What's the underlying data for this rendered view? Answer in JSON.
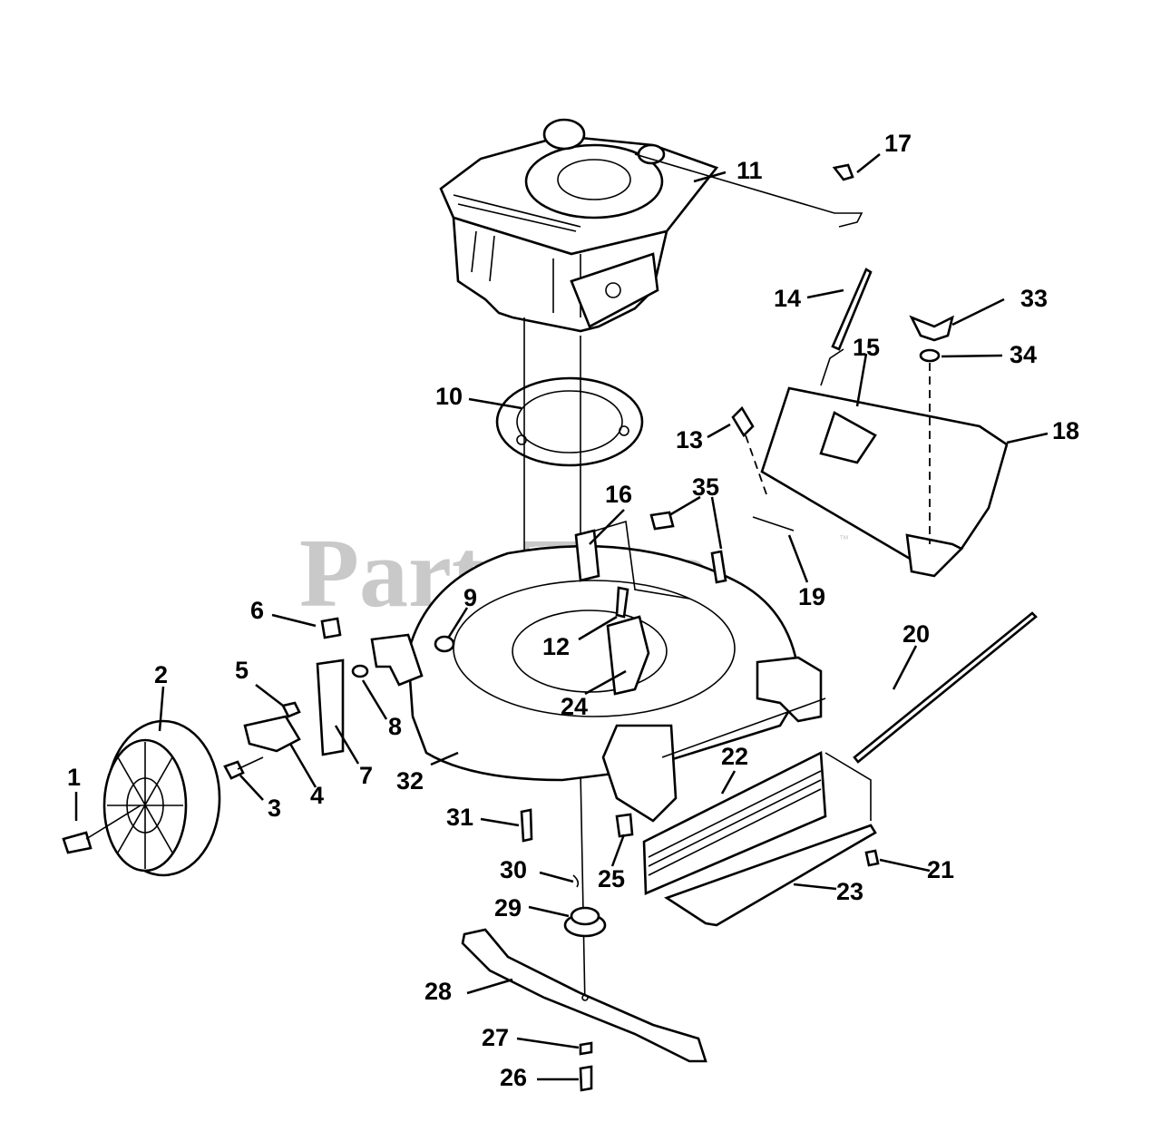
{
  "watermark": {
    "text": "PartsTree",
    "trademark": "™"
  },
  "labels": [
    "1",
    "2",
    "3",
    "4",
    "5",
    "6",
    "7",
    "8",
    "9",
    "10",
    "11",
    "12",
    "13",
    "14",
    "15",
    "16",
    "17",
    "18",
    "19",
    "20",
    "21",
    "22",
    "23",
    "24",
    "25",
    "26",
    "27",
    "28",
    "29",
    "30",
    "31",
    "32",
    "33",
    "34",
    "35"
  ],
  "colors": {
    "line": "#000000",
    "background": "#ffffff",
    "watermark": "#c9c9c9"
  }
}
